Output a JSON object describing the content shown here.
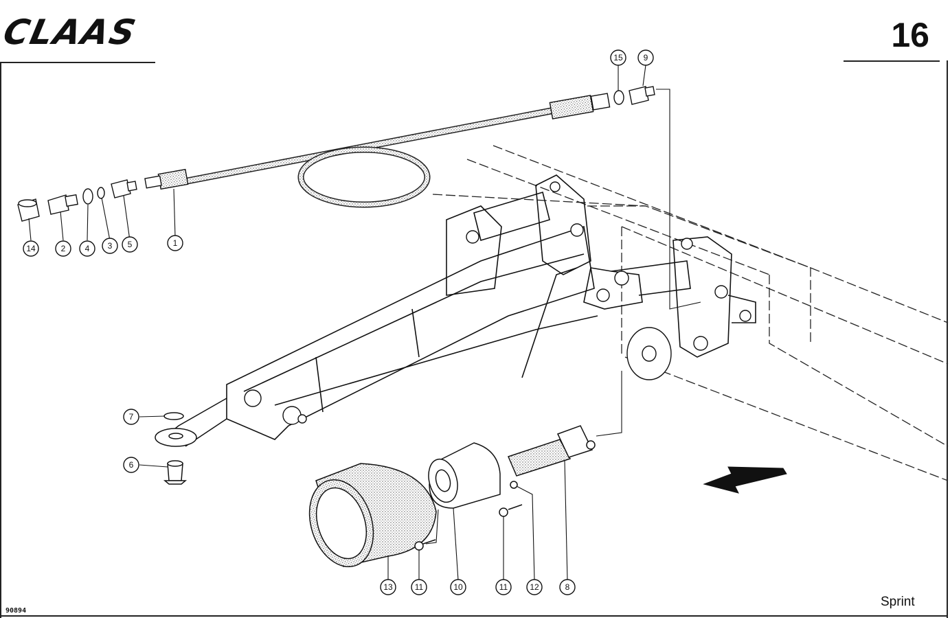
{
  "header": {
    "brand": "CLAAS",
    "page_number": "16"
  },
  "footer": {
    "figure_id": "90894",
    "model": "Sprint"
  },
  "callouts": [
    {
      "id": "c-14",
      "label": "14"
    },
    {
      "id": "c-2",
      "label": "2"
    },
    {
      "id": "c-4",
      "label": "4"
    },
    {
      "id": "c-3",
      "label": "3"
    },
    {
      "id": "c-5",
      "label": "5"
    },
    {
      "id": "c-1",
      "label": "1"
    },
    {
      "id": "c-15",
      "label": "15"
    },
    {
      "id": "c-9",
      "label": "9"
    },
    {
      "id": "c-7",
      "label": "7"
    },
    {
      "id": "c-6",
      "label": "6"
    },
    {
      "id": "c-13",
      "label": "13"
    },
    {
      "id": "c-11a",
      "label": "11"
    },
    {
      "id": "c-10",
      "label": "10"
    },
    {
      "id": "c-11b",
      "label": "11"
    },
    {
      "id": "c-12",
      "label": "12"
    },
    {
      "id": "c-8",
      "label": "8"
    }
  ]
}
